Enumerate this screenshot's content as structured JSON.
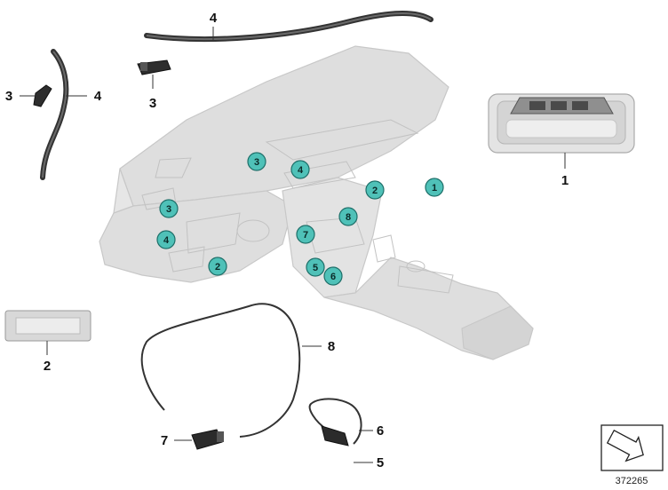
{
  "callouts": {
    "c1": "1",
    "c2": "2",
    "c3_left": "3",
    "c3_mid": "3",
    "c4_top": "4",
    "c4_left": "4",
    "c5": "5",
    "c6": "6",
    "c7": "7",
    "c8": "8"
  },
  "markers": {
    "m1": "1",
    "m2_right": "2",
    "m2_left": "2",
    "m3_top": "3",
    "m3_left": "3",
    "m4_top": "4",
    "m4_left": "4",
    "m5": "5",
    "m6": "6",
    "m7": "7",
    "m8": "8"
  },
  "reference_number": "372265",
  "colors": {
    "marker_fill": "#4fc1b8",
    "part_line": "#333333",
    "dash_ghost": "#d9d9d9"
  }
}
